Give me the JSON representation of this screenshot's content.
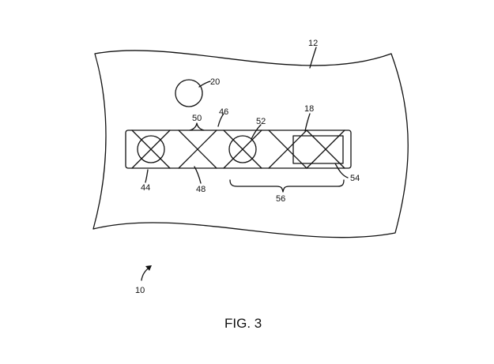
{
  "figure": {
    "caption": "FIG. 3",
    "labels": {
      "sheet": "12",
      "assembly": "10",
      "circle_top": "20",
      "strip": "46",
      "cross_top": "50",
      "circle_right": "52",
      "box": "18",
      "circle_left": "44",
      "cross_bottom": "48",
      "box_lead": "54",
      "group": "56"
    }
  }
}
